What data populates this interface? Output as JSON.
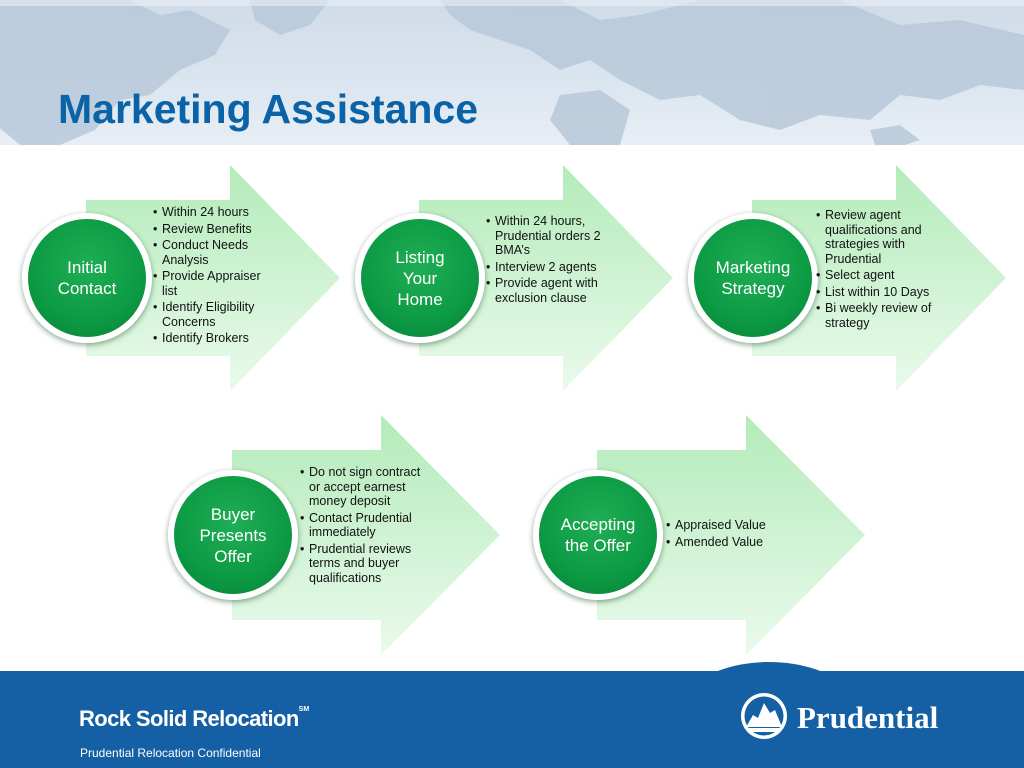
{
  "slide": {
    "title": "Marketing Assistance"
  },
  "steps": [
    {
      "label": "Initial\nContact",
      "bullets": [
        "Within 24 hours",
        "Review Benefits",
        "Conduct Needs Analysis",
        "Provide Appraiser list",
        "Identify Eligibility Concerns",
        "Identify Brokers"
      ]
    },
    {
      "label": "Listing\nYour\nHome",
      "bullets": [
        "Within 24 hours, Prudential orders 2 BMA’s",
        "Interview 2 agents",
        "Provide agent with exclusion clause"
      ]
    },
    {
      "label": "Marketing\nStrategy",
      "bullets": [
        "Review agent qualifications and strategies with Prudential",
        "Select agent",
        "List within 10 Days",
        "Bi weekly review of strategy"
      ]
    },
    {
      "label": "Buyer\nPresents\nOffer",
      "bullets": [
        "Do not sign contract or accept earnest money deposit",
        "Contact Prudential immediately",
        "Prudential reviews terms and buyer qualifications"
      ]
    },
    {
      "label": "Accepting\nthe Offer",
      "bullets": [
        "Appraised Value",
        "Amended Value"
      ]
    }
  ],
  "footer": {
    "brand_line": "Rock Solid Relocation",
    "service_mark": "SM",
    "company": "Prudential",
    "confidential": "Prudential Relocation Confidential",
    "logo_icon": "prudential-rock-logo-icon",
    "color_blue": "#1560a4"
  },
  "colors": {
    "title_blue": "#0a63a6",
    "circle_green": "#0c9a44",
    "arrow_light_green": "#d9f5dc"
  }
}
